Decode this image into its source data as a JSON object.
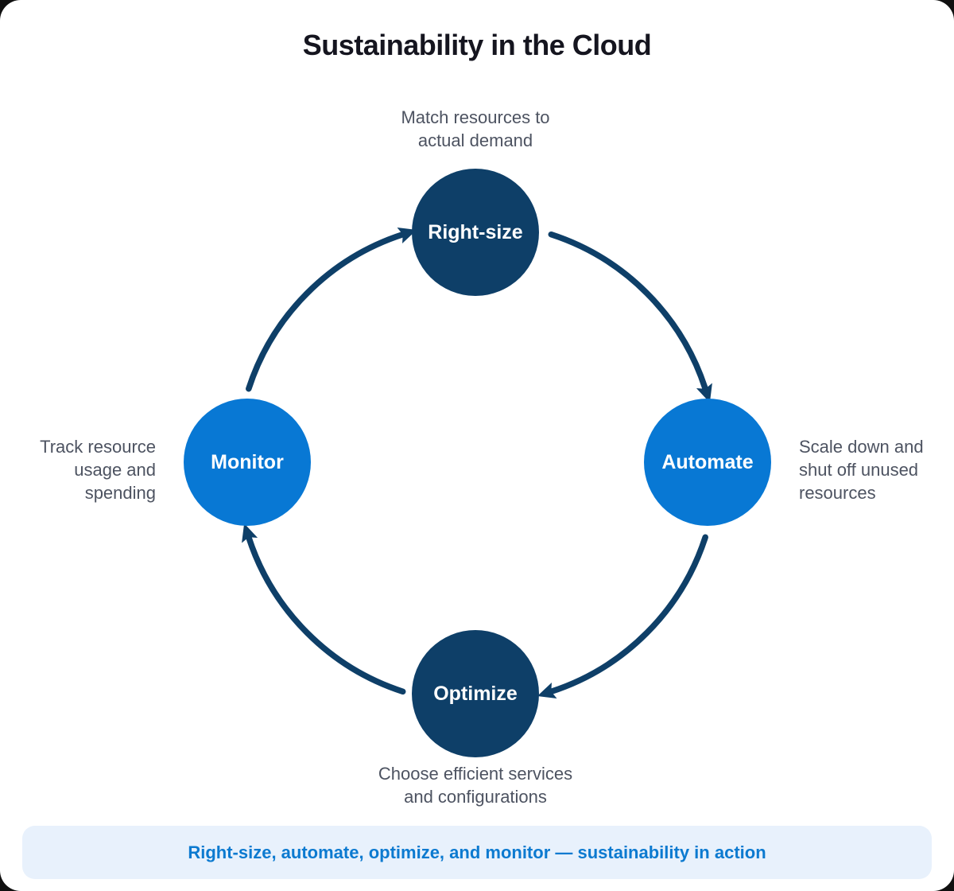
{
  "title": "Sustainability in the Cloud",
  "colors": {
    "navy": "#0e3f68",
    "blue": "#0878d4",
    "title_text": "#15151f",
    "caption_text": "#4d5361"
  },
  "nodes": [
    {
      "id": "right-size",
      "label": "Right-size",
      "color": "#0e3f68",
      "caption": "Match resources to\nactual demand",
      "caption_position": "top"
    },
    {
      "id": "automate",
      "label": "Automate",
      "color": "#0878d4",
      "caption": "Scale down and\nshut off unused\nresources",
      "caption_position": "right"
    },
    {
      "id": "optimize",
      "label": "Optimize",
      "color": "#0e3f68",
      "caption": "Choose efficient services\nand configurations",
      "caption_position": "bottom"
    },
    {
      "id": "monitor",
      "label": "Monitor",
      "color": "#0878d4",
      "caption": "Track resource\nusage and\nspending",
      "caption_position": "left"
    }
  ],
  "cycle_order": [
    "Monitor",
    "Right-size",
    "Automate",
    "Optimize"
  ],
  "banner": {
    "text": "Right-size, automate, optimize, and monitor — sustainability in action",
    "background": "#e8f1fc",
    "text_color": "#0c7ad0"
  }
}
